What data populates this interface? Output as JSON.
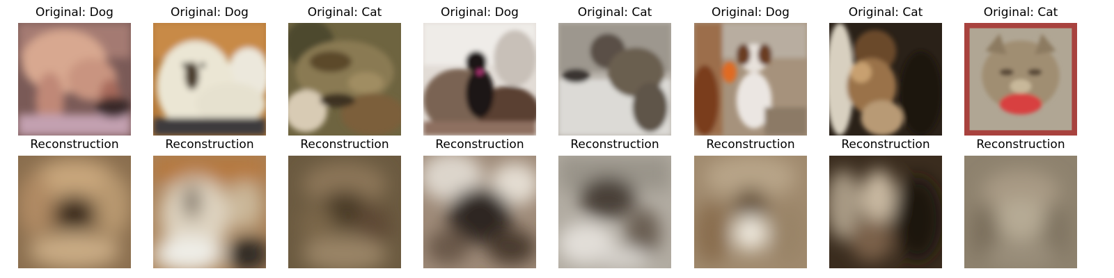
{
  "figure": {
    "panels": [
      {
        "original_title": "Original: Dog",
        "reconstruction_title": "Reconstruction",
        "original_image": "puppy-icon",
        "reconstruction_image": "blurry-reconstruction-icon"
      },
      {
        "original_title": "Original: Dog",
        "reconstruction_title": "Reconstruction",
        "original_image": "white-fluffy-dog-icon",
        "reconstruction_image": "blurry-reconstruction-icon"
      },
      {
        "original_title": "Original: Cat",
        "reconstruction_title": "Reconstruction",
        "original_image": "sleeping-tabby-cat-icon",
        "reconstruction_image": "blurry-reconstruction-icon"
      },
      {
        "original_title": "Original: Dog",
        "reconstruction_title": "Reconstruction",
        "original_image": "small-black-dog-icon",
        "reconstruction_image": "blurry-reconstruction-icon"
      },
      {
        "original_title": "Original: Cat",
        "reconstruction_title": "Reconstruction",
        "original_image": "gray-cat-on-white-icon",
        "reconstruction_image": "blurry-reconstruction-icon"
      },
      {
        "original_title": "Original: Dog",
        "reconstruction_title": "Reconstruction",
        "original_image": "sitting-terrier-icon",
        "reconstruction_image": "blurry-reconstruction-icon"
      },
      {
        "original_title": "Original: Cat",
        "reconstruction_title": "Reconstruction",
        "original_image": "cat-in-dark-icon",
        "reconstruction_image": "blurry-reconstruction-icon"
      },
      {
        "original_title": "Original: Cat",
        "reconstruction_title": "Reconstruction",
        "original_image": "framed-cat-icon",
        "reconstruction_image": "blurry-reconstruction-icon"
      }
    ]
  }
}
